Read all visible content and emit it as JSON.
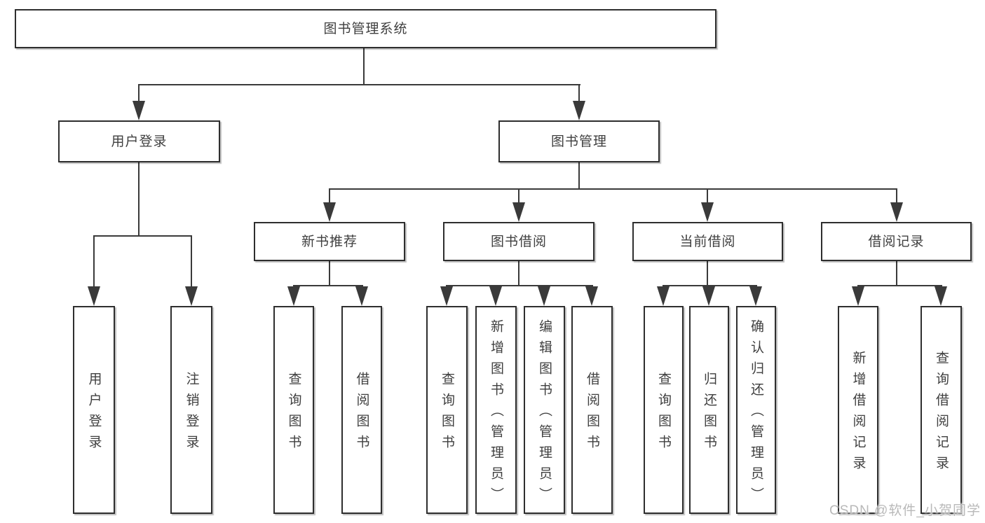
{
  "diagram": {
    "watermark": "CSDN @软件_小贺同学",
    "colors": {
      "line": "#3a3a3a",
      "box_border": "#2e2e2e",
      "box_fill": "#ffffff",
      "text": "#3f3f3f",
      "watermark": "#b9b9b9"
    },
    "tree": {
      "label": "图书管理系统",
      "children": [
        {
          "label": "用户登录",
          "children": [
            {
              "label": "用户登录"
            },
            {
              "label": "注销登录"
            }
          ]
        },
        {
          "label": "图书管理",
          "children": [
            {
              "label": "新书推荐",
              "children": [
                {
                  "label": "查询图书"
                },
                {
                  "label": "借阅图书"
                }
              ]
            },
            {
              "label": "图书借阅",
              "children": [
                {
                  "label": "查询图书"
                },
                {
                  "label": "新增图书（管理员）"
                },
                {
                  "label": "编辑图书（管理员）"
                },
                {
                  "label": "借阅图书"
                }
              ]
            },
            {
              "label": "当前借阅",
              "children": [
                {
                  "label": "查询图书"
                },
                {
                  "label": "归还图书"
                },
                {
                  "label": "确认归还（管理员）"
                }
              ]
            },
            {
              "label": "借阅记录",
              "children": [
                {
                  "label": "新增借阅记录"
                },
                {
                  "label": "查询借阅记录"
                }
              ]
            }
          ]
        }
      ]
    }
  }
}
